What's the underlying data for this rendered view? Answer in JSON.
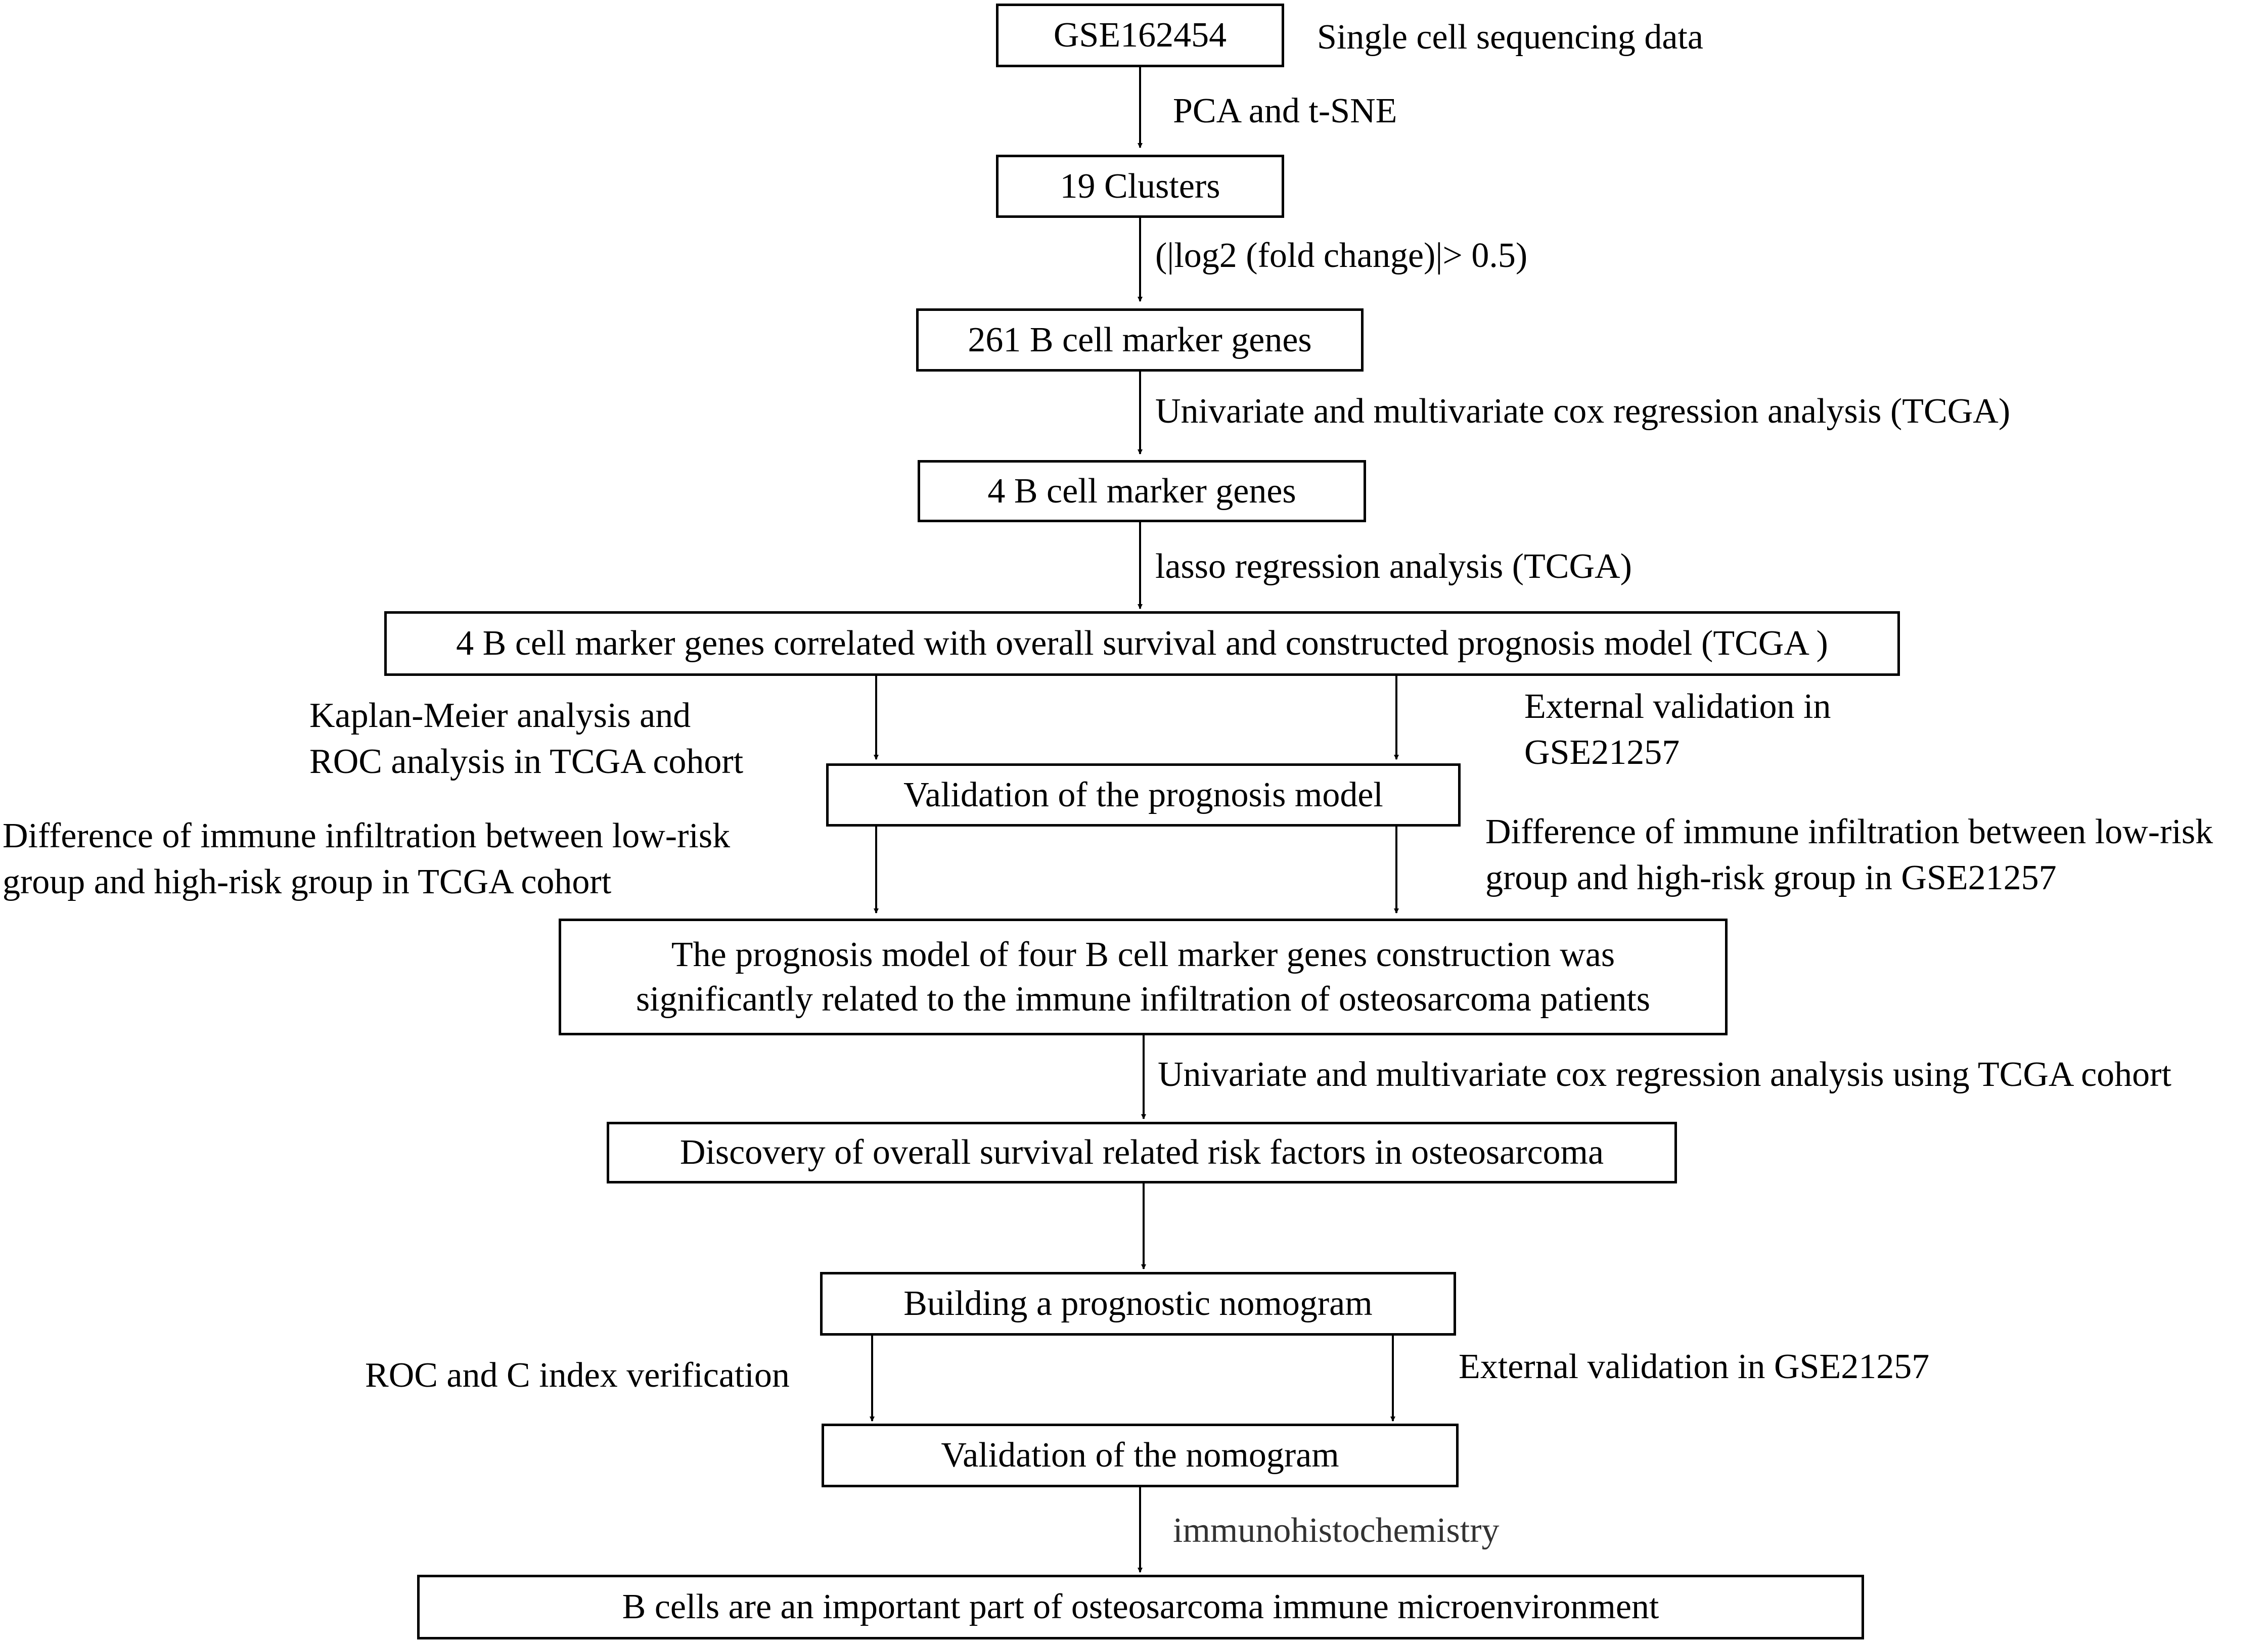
{
  "boxes": {
    "b1": "GSE162454",
    "b2": "19 Clusters",
    "b3": "261 B cell marker genes",
    "b4": "4 B cell marker genes",
    "b5": "4 B cell marker genes correlated with overall survival and constructed prognosis model (TCGA )",
    "b6": "Validation of the prognosis model",
    "b7_line1": "The prognosis model of four B cell marker genes construction was",
    "b7_line2": "significantly related to the immune infiltration of osteosarcoma patients",
    "b8": "Discovery of overall survival related risk factors in osteosarcoma",
    "b9": "Building a prognostic nomogram",
    "b10": "Validation of the nomogram",
    "b11": "B cells are an important part of osteosarcoma immune microenvironment"
  },
  "labels": {
    "l_single_cell": "Single cell sequencing data",
    "l_pca": "PCA and t-SNE",
    "l_log2": "(|log2 (fold change)|> 0.5)",
    "l_univariate1": "Univariate and multivariate cox regression analysis (TCGA)",
    "l_lasso": "lasso regression analysis (TCGA)",
    "l_km_line1": "Kaplan-Meier analysis and",
    "l_km_line2": "ROC analysis in TCGA cohort",
    "l_ext1_line1": "External validation in",
    "l_ext1_line2": "GSE21257",
    "l_diff_tcga_line1": "Difference of immune infiltration between low-risk",
    "l_diff_tcga_line2": "group and high-risk group in TCGA cohort",
    "l_diff_gse_line1": "Difference of immune infiltration between low-risk",
    "l_diff_gse_line2": "group and high-risk group in GSE21257",
    "l_univariate2": "Univariate  and multivariate cox regression analysis using TCGA  cohort",
    "l_roc_c": "ROC and C index verification",
    "l_ext2": "External validation in GSE21257",
    "l_ihc": "immunohistochemistry"
  }
}
